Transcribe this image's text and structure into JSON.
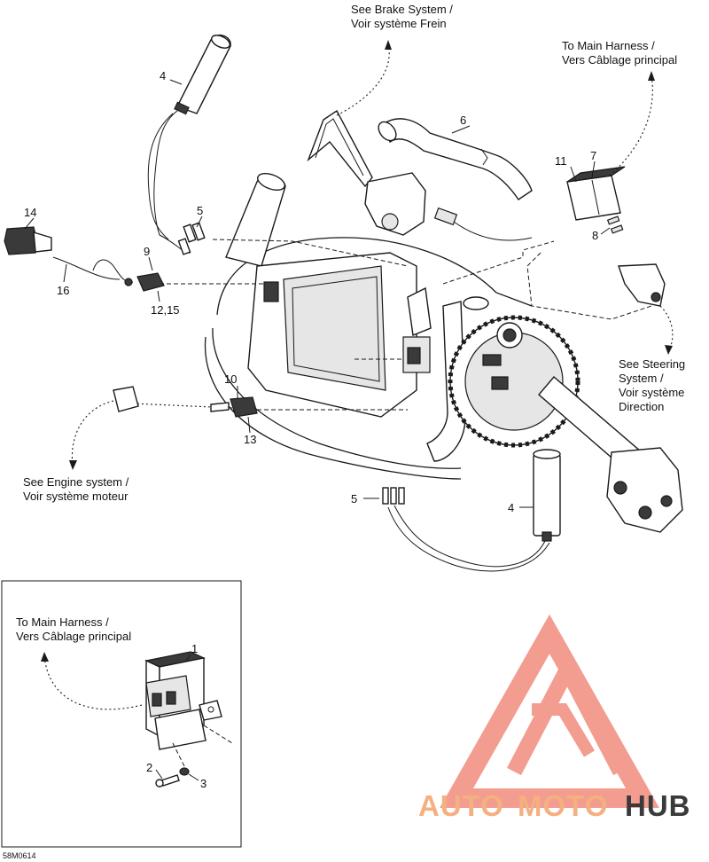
{
  "callouts": {
    "brake": [
      "See Brake System /",
      "Voir système Frein"
    ],
    "main_harness_top": [
      "To Main Harness /",
      "Vers Câblage principal"
    ],
    "steering": [
      "See Steering",
      "System /",
      "Voir système",
      "Direction"
    ],
    "engine": [
      "See Engine system /",
      "Voir système moteur"
    ],
    "main_harness_inset": [
      "To Main Harness /",
      "Vers Câblage principal"
    ]
  },
  "part_numbers": {
    "p1": "1",
    "p2": "2",
    "p3": "3",
    "p4_top": "4",
    "p4_bottom": "4",
    "p5_top": "5",
    "p5_bottom": "5",
    "p6": "6",
    "p7": "7",
    "p8": "8",
    "p9": "9",
    "p10": "10",
    "p11": "11",
    "p12_15": "12,15",
    "p13": "13",
    "p14": "14",
    "p16": "16"
  },
  "diagram_code": "58M0614",
  "watermark": {
    "word_1": "AUTO",
    "word_2": "MOTO",
    "word_3": "HUB",
    "color_primary": "#f0a080",
    "color_secondary": "#3a3a3a",
    "triangle_color": "#f07c6c"
  }
}
